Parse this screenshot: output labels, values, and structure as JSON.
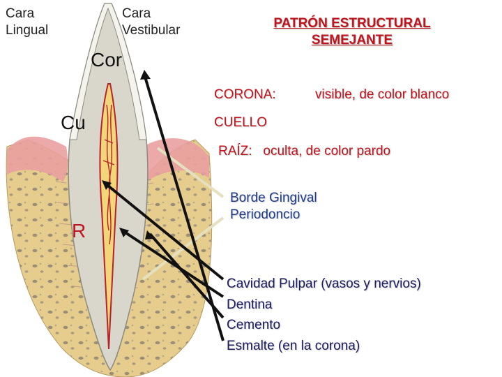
{
  "labels": {
    "lingual": [
      "Cara",
      "Lingual"
    ],
    "vestibular": [
      "Cara",
      "Vestibular"
    ],
    "cor": "Cor",
    "cu": "Cu",
    "r": "R"
  },
  "title": [
    "PATRÓN ESTRUCTURAL",
    "SEMEJANTE"
  ],
  "parts": {
    "corona_label": "CORONA:",
    "corona_desc": "visible, de color blanco",
    "cuello": "CUELLO",
    "raiz": "RAÍZ:   oculta, de color pardo"
  },
  "tissues_soft": [
    "Borde Gingival",
    "Periodoncio"
  ],
  "tissues_tooth": [
    "Cavidad Pulpar (vasos y nervios)",
    "Dentina",
    "Cemento",
    "Esmalte (en la corona)"
  ],
  "colors": {
    "title_red": "#c0141d",
    "blue_text": "#1f3b8a",
    "navy_text": "#1a1a60",
    "bone": "#e6cd8e",
    "gum": "#e9a0a0",
    "dentin": "#d9d7cc",
    "pulp_red": "#b4232a",
    "pulp_yellow": "#f3d67a"
  }
}
